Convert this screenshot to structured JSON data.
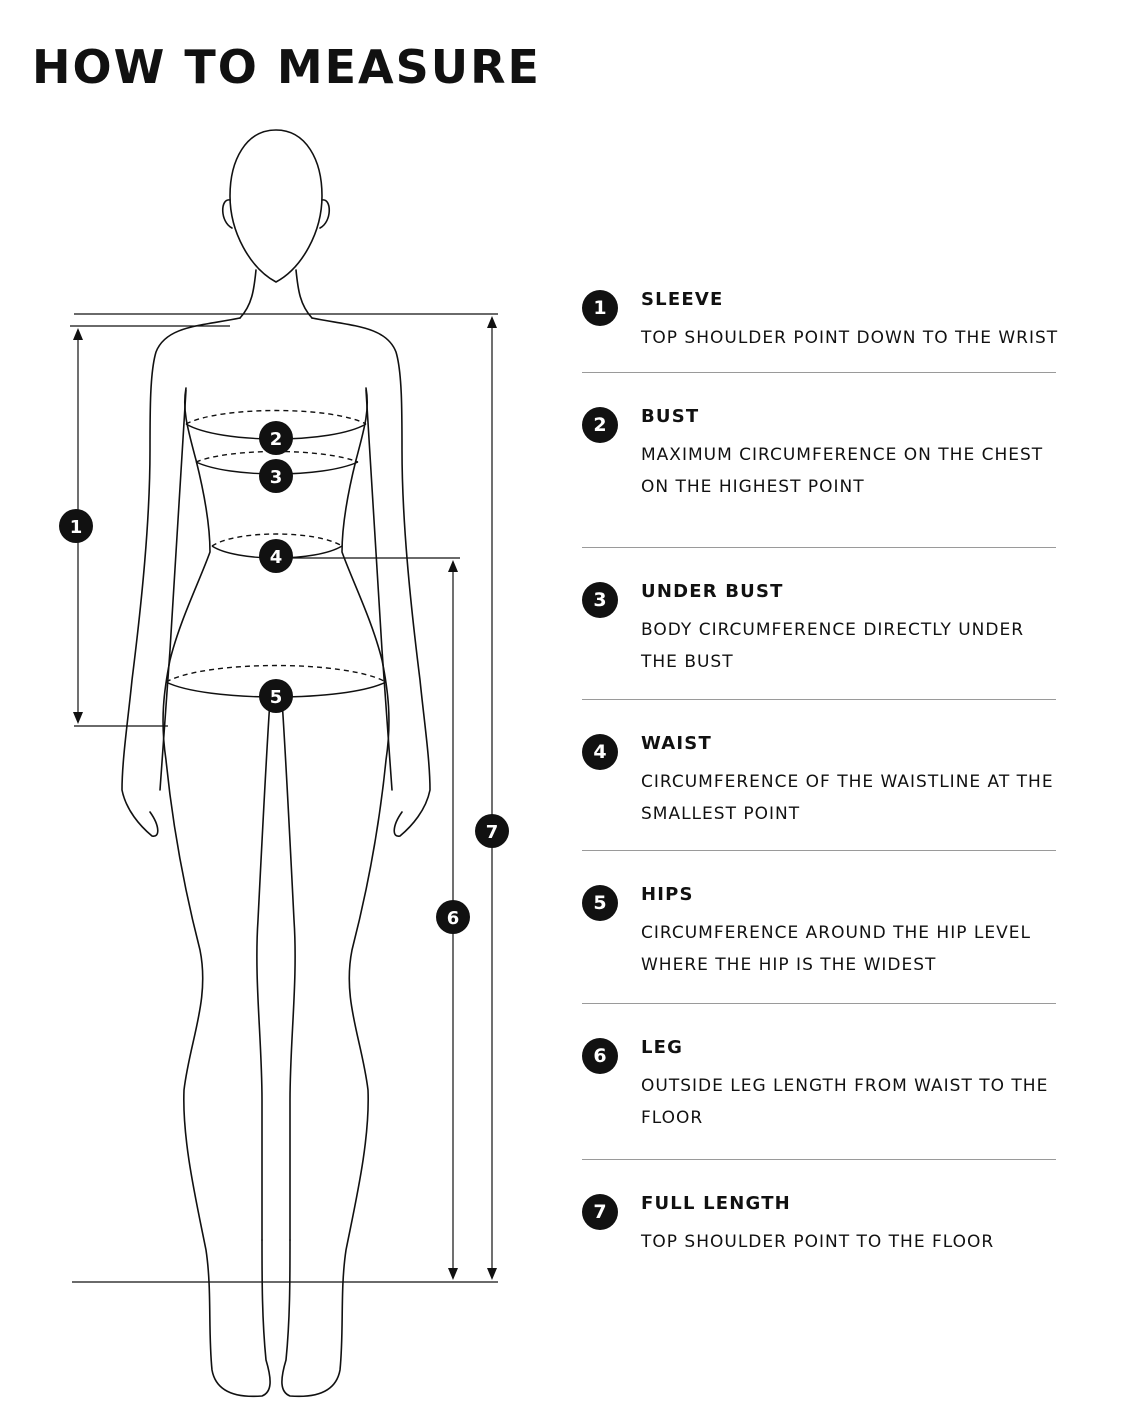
{
  "title": "HOW TO MEASURE",
  "colors": {
    "ink": "#111111",
    "divider": "#9a9a9a",
    "background": "#ffffff"
  },
  "markers": [
    "1",
    "2",
    "3",
    "4",
    "5",
    "6",
    "7"
  ],
  "items": [
    {
      "number": "1",
      "title": "SLEEVE",
      "description": "TOP SHOULDER POINT DOWN TO THE WRIST"
    },
    {
      "number": "2",
      "title": "BUST",
      "description": "MAXIMUM CIRCUMFERENCE ON THE CHEST\nON THE HIGHEST POINT"
    },
    {
      "number": "3",
      "title": "UNDER BUST",
      "description": "BODY CIRCUMFERENCE DIRECTLY UNDER\nTHE BUST"
    },
    {
      "number": "4",
      "title": "WAIST",
      "description": "CIRCUMFERENCE OF THE WAISTLINE AT THE\nSMALLEST POINT"
    },
    {
      "number": "5",
      "title": "HIPS",
      "description": "CIRCUMFERENCE AROUND THE HIP LEVEL\nWHERE THE HIP IS THE WIDEST"
    },
    {
      "number": "6",
      "title": "LEG",
      "description": "OUTSIDE LEG LENGTH FROM WAIST TO THE\nFLOOR"
    },
    {
      "number": "7",
      "title": "FULL LENGTH",
      "description": "TOP SHOULDER POINT TO THE FLOOR"
    }
  ]
}
